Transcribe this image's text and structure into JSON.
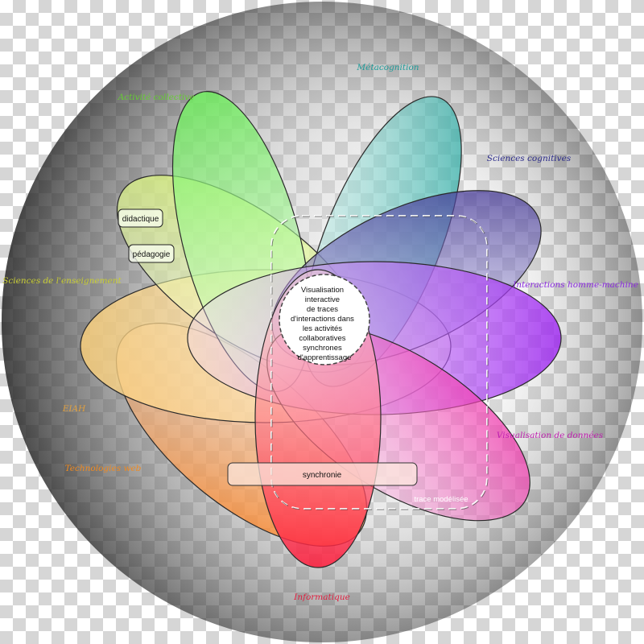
{
  "diagram": {
    "center_lines": [
      "Visualisation",
      "interactive",
      "de traces",
      "d'interactions dans",
      "les activités",
      "collaboratives",
      "synchrones",
      "d'apprentissage"
    ],
    "domains": [
      {
        "label": "Métacognition",
        "color": "#1f9c9a"
      },
      {
        "label": "Activité collective",
        "color": "#66cc33"
      },
      {
        "label": "Sciences cognitives",
        "color": "#2a2a8a"
      },
      {
        "label": "Sciences de l'enseignement",
        "color": "#c7cc33"
      },
      {
        "label": "Interactions homme-machine",
        "color": "#8b2be0"
      },
      {
        "label": "EIAH",
        "color": "#e0a040"
      },
      {
        "label": "Visualisation de données",
        "color": "#c020b0"
      },
      {
        "label": "Technologies web",
        "color": "#f08a20"
      },
      {
        "label": "Informatique",
        "color": "#e02040"
      }
    ],
    "boxes": {
      "didactique": "didactique",
      "pedagogie": "pédagogie",
      "synchronie": "synchronie",
      "trace": "trace modélisée"
    }
  }
}
